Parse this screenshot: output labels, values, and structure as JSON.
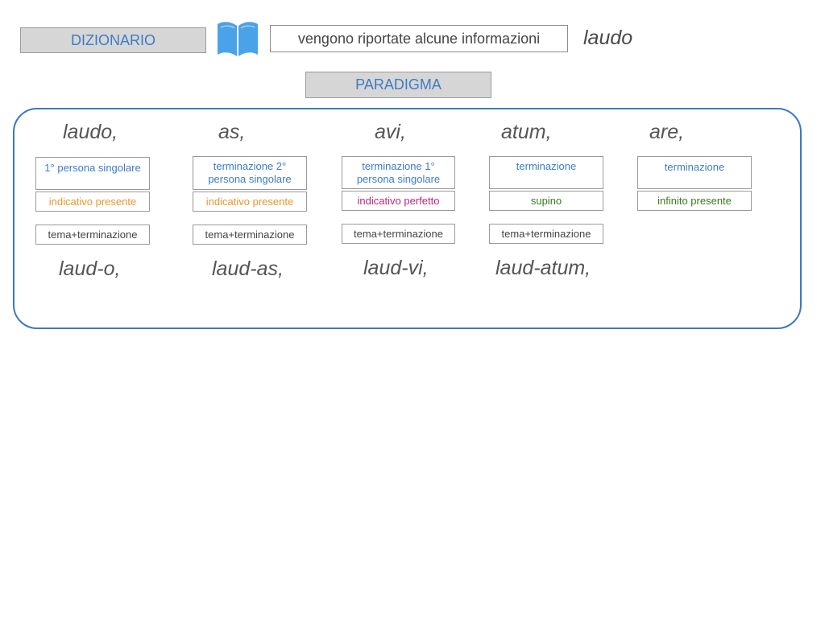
{
  "header": {
    "dizionario_label": "DIZIONARIO",
    "info_text": "vengono riportate alcune informazioni",
    "lemma": "laudo",
    "paradigma_label": "PARADIGMA"
  },
  "icons": {
    "book": "open-book-icon"
  },
  "colors": {
    "accent_blue": "#3d7cc4",
    "panel_border": "#3b78bf",
    "orange": "#e8962c",
    "magenta": "#b7267c",
    "green": "#3d7a1c"
  },
  "columns": [
    {
      "form": "laudo,",
      "desc": "1° persona singolare",
      "grammar": "indicativo presente",
      "split_label": "tema+terminazione",
      "split_form": "laud-o,"
    },
    {
      "form": "as,",
      "desc": "terminazione 2° persona singolare",
      "grammar": "indicativo presente",
      "split_label": "tema+terminazione",
      "split_form": "laud-as,"
    },
    {
      "form": "avi,",
      "desc": "terminazione 1° persona singolare",
      "grammar": "indicativo perfetto",
      "split_label": "tema+terminazione",
      "split_form": "laud-vi,"
    },
    {
      "form": "atum,",
      "desc": "terminazione",
      "grammar": "supino",
      "split_label": "tema+terminazione",
      "split_form": "laud-atum,"
    },
    {
      "form": "are,",
      "desc": "terminazione",
      "grammar": "infinito presente"
    }
  ]
}
